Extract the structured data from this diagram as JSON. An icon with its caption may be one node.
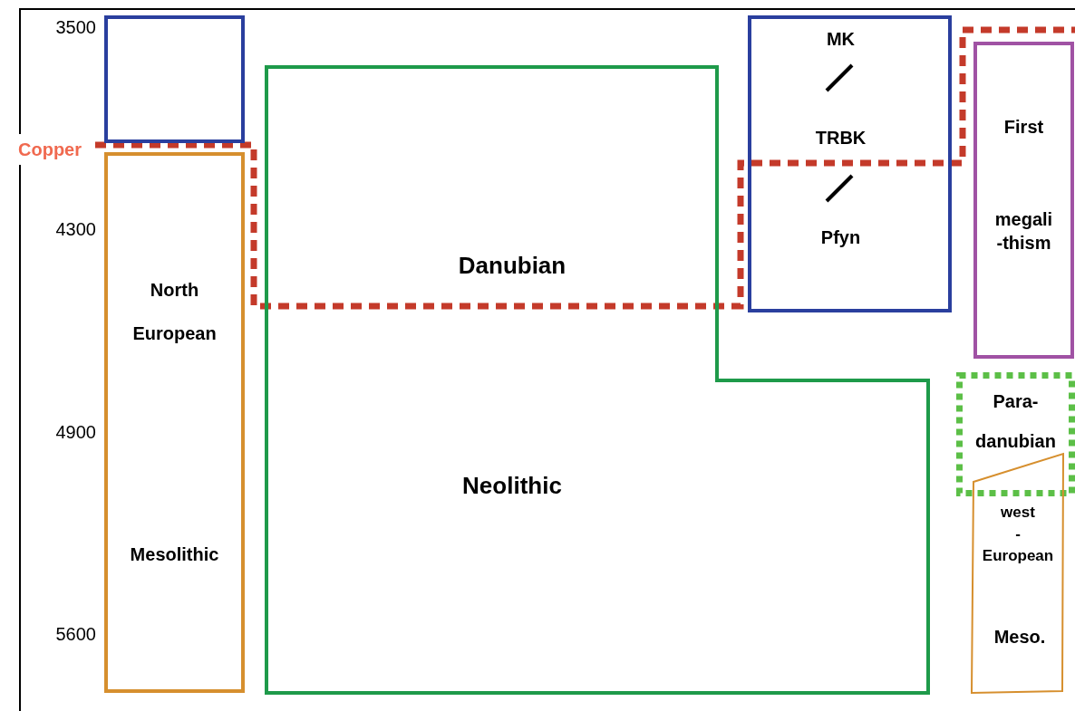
{
  "diagram": {
    "nodes": [
      {
        "text": [],
        "shape": "box"
      },
      {
        "text": [
          "North European",
          "Mesolithic"
        ]
      },
      {
        "text": [
          "Danubian",
          "Neolithic"
        ]
      },
      {
        "text": [
          "MK",
          "TRBK",
          "Pfyn"
        ]
      },
      {
        "text": [
          "First",
          "megali -thism"
        ]
      },
      {
        "text": [
          "Para- danubian"
        ]
      },
      {
        "text": [
          "west - European",
          "Meso."
        ]
      }
    ],
    "labels": [
      "3500",
      "Copper",
      "4300",
      "4900",
      "5600"
    ]
  }
}
